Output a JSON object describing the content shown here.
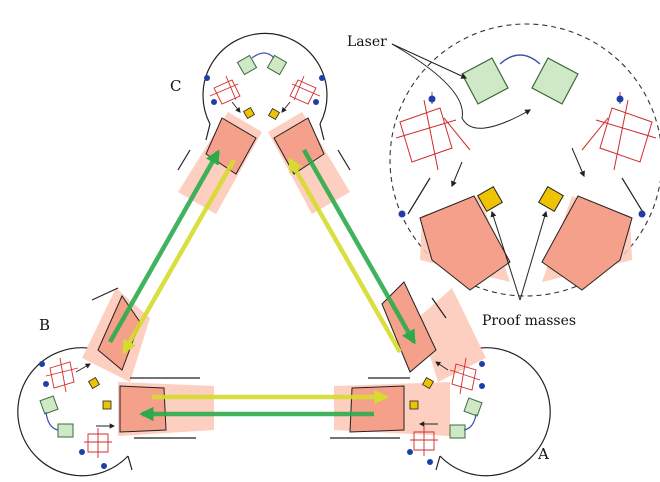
{
  "figure": {
    "labels": {
      "a": "A",
      "b": "B",
      "c": "C",
      "laser": "Laser",
      "proof_masses": "Proof masses"
    }
  },
  "colors": {
    "outline": "#222222",
    "housing_fill": "#f5a08a",
    "beam_glow": "#fbc7b6",
    "laser_fill": "#cfe8c5",
    "laser_stroke": "#3b6b3b",
    "proof_mass_fill": "#f0c300",
    "optics_red": "#d22b2b",
    "detector_blue": "#1f3fa8",
    "fiber_blue": "#3a55b0",
    "beam_green": "#2bab4a",
    "beam_yellow": "#d6dc2c",
    "dashed_circle": "#333333"
  },
  "icons": {
    "laser": "rectangle",
    "proof_mass": "square",
    "detector": "dot",
    "beam_direction": "arrow"
  }
}
